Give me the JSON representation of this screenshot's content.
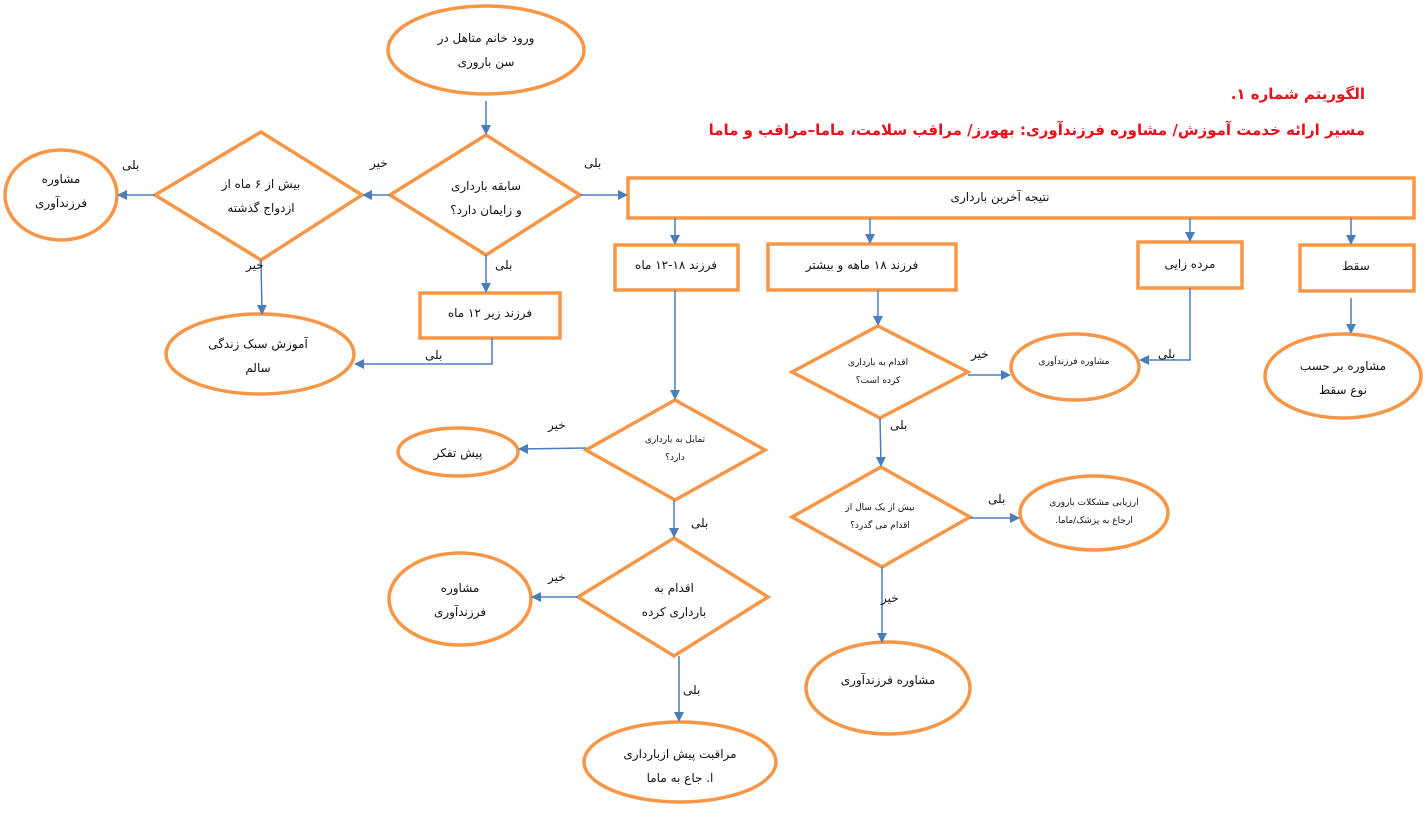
{
  "title": "الگوریتم شماره ۱.",
  "subtitle": "مسیر ارائه خدمت آموزش/ مشاوره فرزندآوری:  بهورز/ مراقب سلامت، ماما–مراقب و ماما",
  "colors": {
    "shape_stroke": "#f79646",
    "arrow": "#4a7ebb",
    "title": "#e8101a"
  },
  "nodes": {
    "start": [
      "ورود خانم متاهل در",
      "سن باروری"
    ],
    "q_history": [
      "سابقه بارداری",
      "و زایمان دارد؟"
    ],
    "q_six_months": [
      "بیش از ۶ ماه از",
      "ازدواج گذشته"
    ],
    "counsel_left": [
      "مشاوره",
      "فرزندآوری"
    ],
    "child_under_12": "فرزند زیر ۱۲ ماه",
    "healthy_lifestyle": [
      "آموزش سبک زندگی",
      "سالم"
    ],
    "last_pregnancy": "نتیجه آخرین بارداری",
    "child_12_18": "فرزند ۱۸-۱۲ ماه",
    "child_18_plus": "فرزند ۱۸ ماهه و بیشتر",
    "stillbirth": "مرده زایی",
    "abortion": "سقط",
    "q_attempted": [
      "اقدام به بارداری",
      "کرده است؟"
    ],
    "counsel_mid": "مشاوره فرزندآوری",
    "counsel_abortion": [
      "مشاوره بر حسب",
      "نوع سقط"
    ],
    "q_desire": [
      "تمایل به بارداری",
      "دارد؟"
    ],
    "precontemplation": "پیش تفکر",
    "q_attempted2": [
      "اقدام به",
      "بارداری کرده"
    ],
    "counsel_low": [
      "مشاوره",
      "فرزندآوری"
    ],
    "preconception": [
      "مراقبت پیش ازبارداری",
      "ا. جاع به ماما"
    ],
    "q_over_year": [
      "بیش از یک سال از",
      "اقدام می گذرد؟"
    ],
    "infertility": [
      "ارزیابی مشکلات باروری",
      "ارجاع  به پزشک/ماما."
    ],
    "counsel_bottom": "مشاوره  فرزندآوری"
  },
  "edge_labels": {
    "yes": "بلی",
    "no": "خیر"
  }
}
